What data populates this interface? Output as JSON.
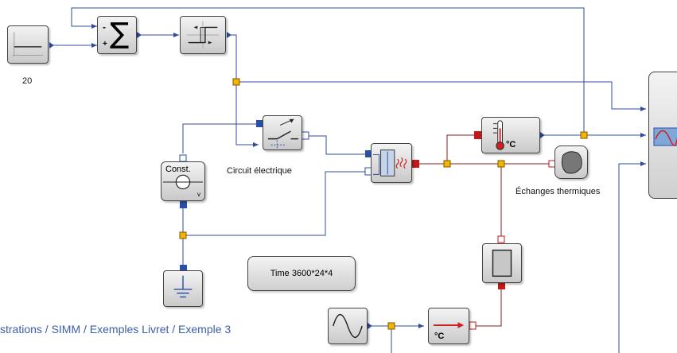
{
  "diagram": {
    "labels": {
      "step_value": "20",
      "circuit": "Circuit électrique",
      "exchanges": "Échanges thermiques",
      "time": "Time 3600*24*4",
      "breadcrumb": "strations / SIMM / Exemples Livret / Exemple 3"
    },
    "glyphs": {
      "sum_symbol": "∑",
      "sum_minus": "-",
      "sum_plus": "+",
      "const_label": "Const.",
      "const_unit": "v",
      "degree_c": "°C"
    },
    "colors": {
      "wire": "#2f4c9e",
      "port_blue": "#2a4fa8",
      "port_red": "#c21818",
      "junction": "#f4b400",
      "thermal_red": "#cc1f1f"
    }
  }
}
